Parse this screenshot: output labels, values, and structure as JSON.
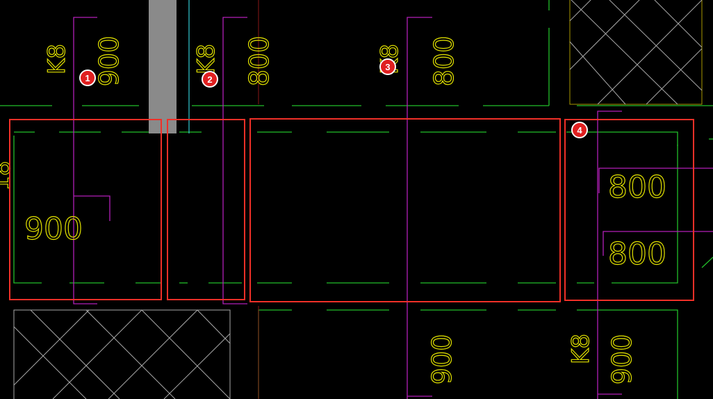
{
  "colors": {
    "background": "#000000",
    "wall_green": "#22c02a",
    "beam_magenta": "#b21fb8",
    "text_yellow": "#e0e000",
    "column_gray": "#8a8a8a",
    "cyan": "#33c8d0",
    "highlight_red": "#f03028",
    "hatch": "#c8c8c8",
    "marker_fill": "#e02020"
  },
  "labels": {
    "k8_a": "K8",
    "dim_900_a": "900",
    "k8_b": "K8",
    "dim_800_b": "800",
    "k8_c": "K8",
    "dim_800_c": "800",
    "k8_d": "K8",
    "dim_900_d": "900",
    "dim_900_e": "900",
    "dim_900_f": "900",
    "dim_800_g": "800",
    "dim_800_h": "800",
    "partial_left": "18"
  },
  "markers": [
    {
      "label": "1"
    },
    {
      "label": "2"
    },
    {
      "label": "3"
    },
    {
      "label": "4"
    }
  ]
}
